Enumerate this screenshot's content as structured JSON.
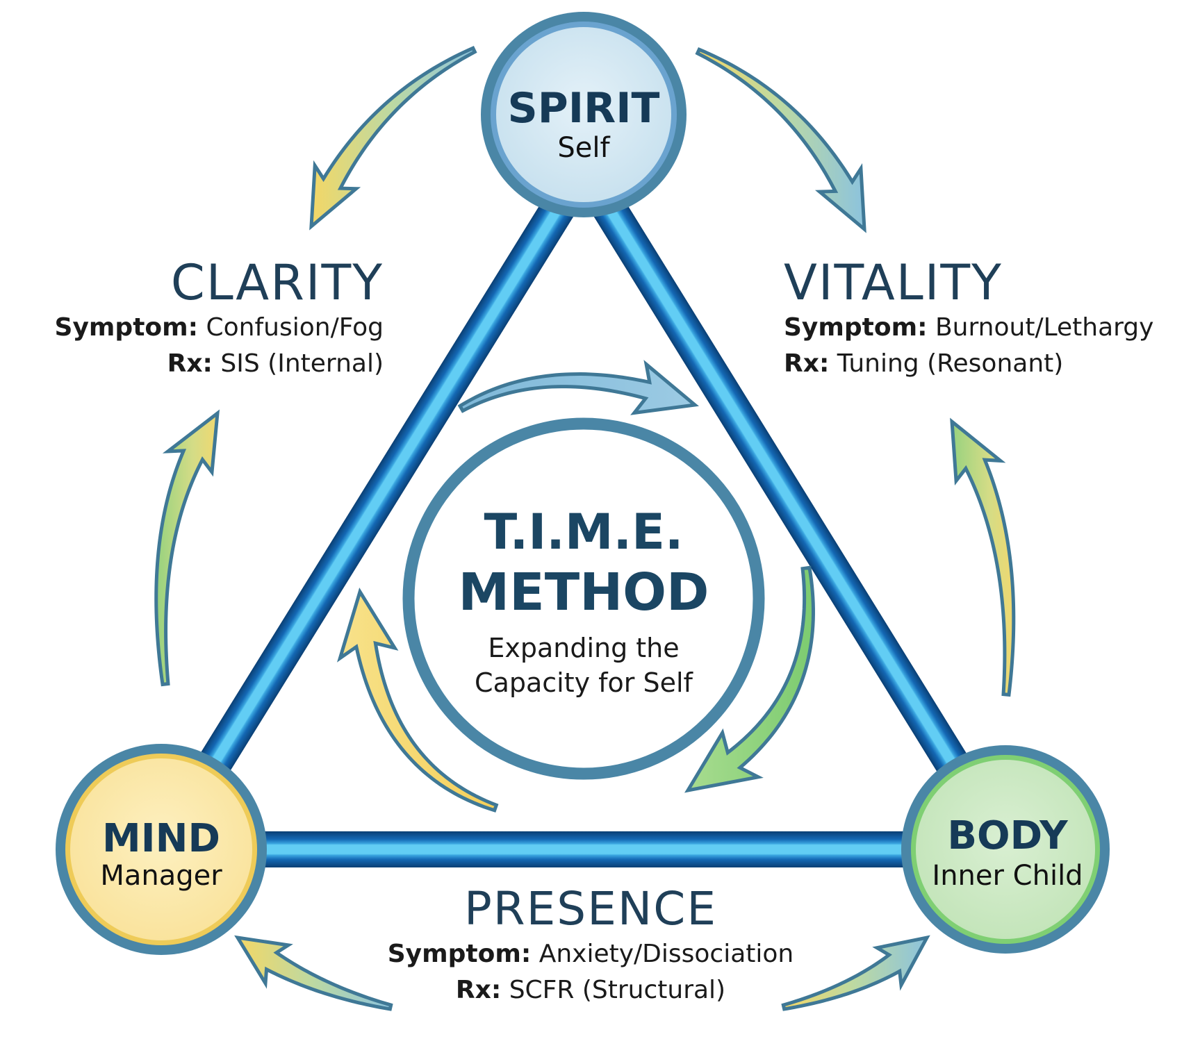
{
  "diagram": {
    "center": {
      "title_line1": "T.I.M.E.",
      "title_line2": "METHOD",
      "subtitle_line1": "Expanding the",
      "subtitle_line2": "Capacity for Self"
    },
    "nodes": {
      "spirit": {
        "title": "SPIRIT",
        "subtitle": "Self",
        "fill": "#d6e9f3",
        "ring": "#4d86a6",
        "inner_ring": "#6fa8d6"
      },
      "mind": {
        "title": "MIND",
        "subtitle": "Manager",
        "fill": "#fbe8a6",
        "ring": "#4d86a6",
        "inner_ring": "#f0cd5a"
      },
      "body": {
        "title": "BODY",
        "subtitle": "Inner Child",
        "fill": "#cde9c4",
        "ring": "#4d86a6",
        "inner_ring": "#7fcf73"
      }
    },
    "edges": {
      "clarity": {
        "heading": "CLARITY",
        "symptom_label": "Symptom:",
        "symptom_value": "Confusion/Fog",
        "rx_label": "Rx:",
        "rx_value": "SIS (Internal)"
      },
      "vitality": {
        "heading": "VITALITY",
        "symptom_label": "Symptom:",
        "symptom_value": "Burnout/Lethargy",
        "rx_label": "Rx:",
        "rx_value": "Tuning (Resonant)"
      },
      "presence": {
        "heading": "PRESENCE",
        "symptom_label": "Symptom:",
        "symptom_value": "Anxiety/Dissociation",
        "rx_label": "Rx:",
        "rx_value": "SCFR (Structural)"
      }
    },
    "colors": {
      "tube_dark": "#0d4f8c",
      "tube_light": "#5cc8f0",
      "outline": "#3f7896",
      "arrow_blue": "#8cc3dd",
      "arrow_yellow": "#f5d66a",
      "arrow_green": "#8fd07a"
    }
  }
}
